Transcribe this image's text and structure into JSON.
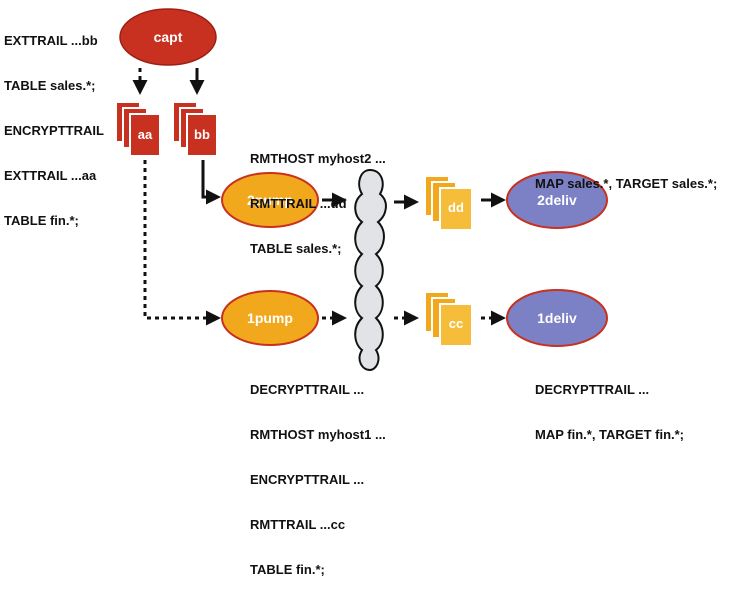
{
  "colors": {
    "red": "#c8311f",
    "red_dark": "#9e2014",
    "orange": "#f2a81d",
    "orange_light": "#f6bd3a",
    "purple": "#7c80c4",
    "cloud": "#e1e3e7",
    "line": "#111111"
  },
  "capture": {
    "name": "capt",
    "params": [
      "EXTTRAIL ...bb",
      "TABLE sales.*;",
      "ENCRYPTTRAIL",
      "EXTTRAIL ...aa",
      "TABLE fin.*;"
    ]
  },
  "trails": {
    "aa": "aa",
    "bb": "bb",
    "dd": "dd",
    "cc": "cc"
  },
  "pump2": {
    "name": "2pump",
    "params": [
      "RMTHOST myhost2 ...",
      "RMTTRAIL ...dd",
      "TABLE sales.*;"
    ]
  },
  "pump1": {
    "name": "1pump",
    "params": [
      "DECRYPTTRAIL ...",
      "RMTHOST myhost1 ...",
      "ENCRYPTTRAIL ...",
      "RMTTRAIL ...cc",
      "TABLE fin.*;"
    ]
  },
  "deliv2": {
    "name": "2deliv",
    "params": [
      "MAP sales.*, TARGET sales.*;"
    ]
  },
  "deliv1": {
    "name": "1deliv",
    "params": [
      "DECRYPTTRAIL ...",
      "MAP fin.*, TARGET fin.*;"
    ]
  }
}
